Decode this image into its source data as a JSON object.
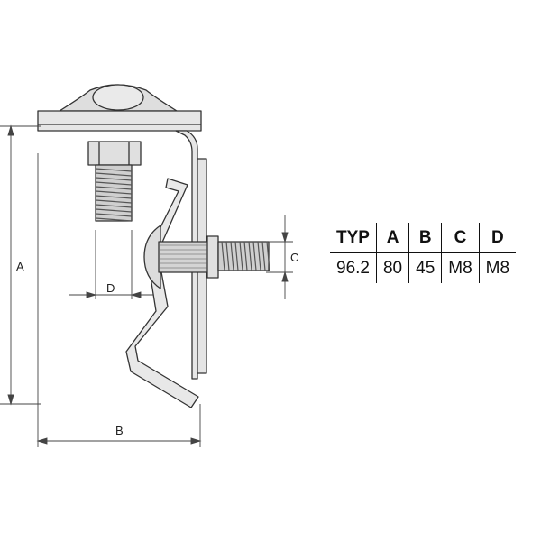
{
  "dimension_labels": {
    "a": "A",
    "b": "B",
    "c": "C",
    "d": "D"
  },
  "table": {
    "headers": [
      "TYP",
      "A",
      "B",
      "C",
      "D"
    ],
    "rows": [
      [
        "96.2",
        "80",
        "45",
        "M8",
        "M8"
      ]
    ]
  },
  "colors": {
    "line": "#333333",
    "metal_fill": "#e2e2e2",
    "thread": "#555555"
  }
}
